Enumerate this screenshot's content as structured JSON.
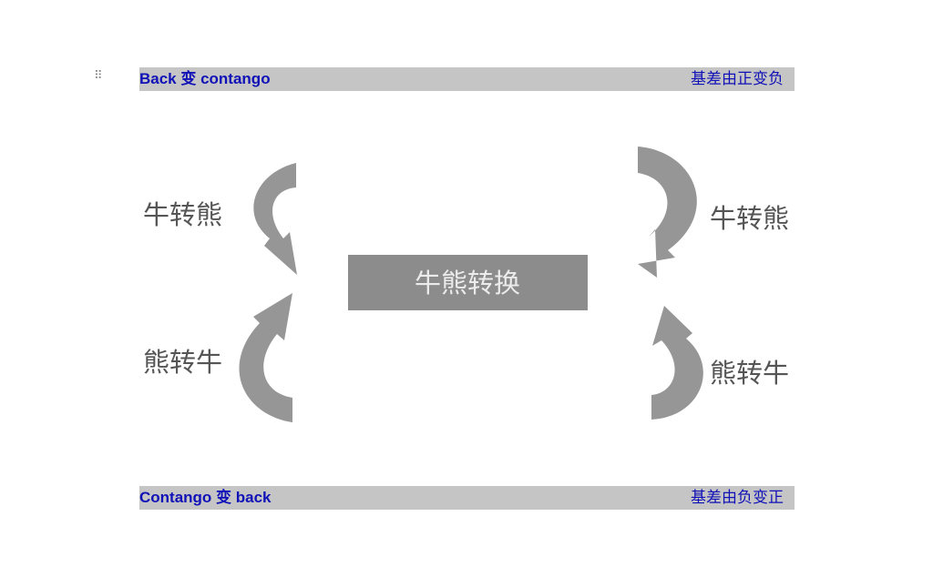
{
  "drag_handle_glyph": "⠿",
  "top_bar": {
    "left_label": "Back 变 contango",
    "right_label": "基差由正变负"
  },
  "bottom_bar": {
    "left_label": "Contango 变 back",
    "right_label": "基差由负变正"
  },
  "diagram": {
    "center_label": "牛熊转换",
    "left_top_label": "牛转熊",
    "left_bottom_label": "熊转牛",
    "right_top_label": "牛转熊",
    "right_bottom_label": "熊转牛",
    "arrow_color": "#969696",
    "center_box_color": "#8c8c8c",
    "center_text_color": "#ececec",
    "label_color": "#555555"
  }
}
